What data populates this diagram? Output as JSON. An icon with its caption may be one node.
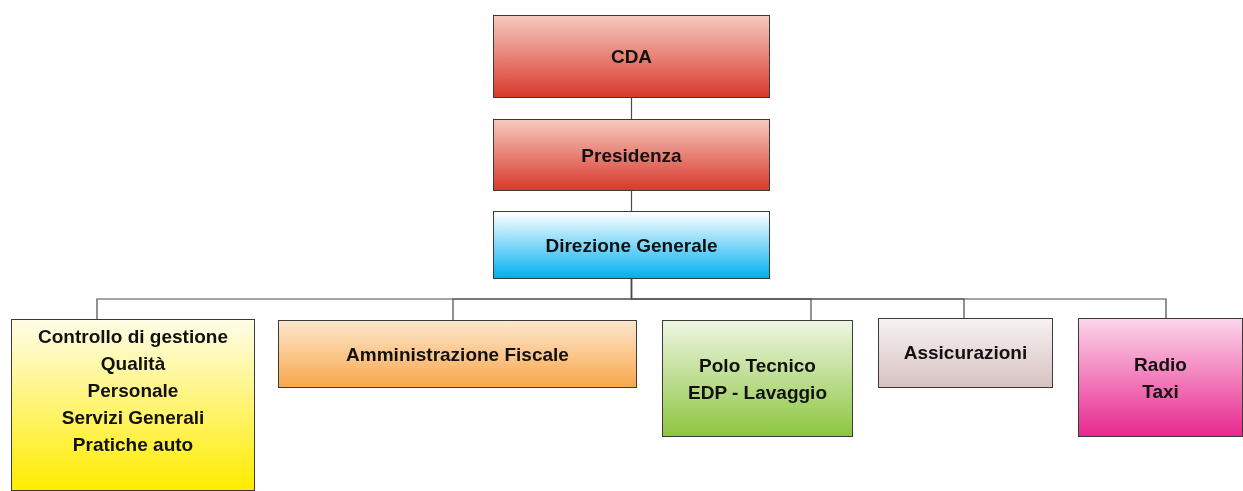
{
  "diagram": {
    "nodes": [
      {
        "text": [
          "CDA"
        ]
      },
      {
        "text": [
          "Presidenza"
        ]
      },
      {
        "text": [
          "Direzione Generale"
        ]
      },
      {
        "text": [
          "Controllo di gestione",
          "Qualità",
          "Personale",
          "Servizi Generali",
          "Pratiche auto"
        ]
      },
      {
        "text": [
          "Amministrazione Fiscale"
        ]
      },
      {
        "text": [
          "Polo Tecnico",
          "EDP - Lavaggio"
        ]
      },
      {
        "text": [
          "Assicurazioni"
        ]
      },
      {
        "text": [
          "Radio Taxi"
        ]
      }
    ],
    "edges": [
      {
        "from": 0,
        "to": 1,
        "arrow": "none"
      },
      {
        "from": 1,
        "to": 2,
        "arrow": "none"
      },
      {
        "from": 2,
        "to": 3,
        "arrow": "none"
      },
      {
        "from": 2,
        "to": 4,
        "arrow": "none"
      },
      {
        "from": 2,
        "to": 5,
        "arrow": "none"
      },
      {
        "from": 2,
        "to": 6,
        "arrow": "none"
      },
      {
        "from": 2,
        "to": 7,
        "arrow": "none"
      }
    ]
  }
}
